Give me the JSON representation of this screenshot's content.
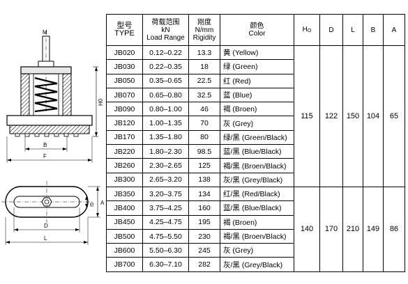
{
  "table": {
    "headers": {
      "type": [
        "型号",
        "TYPE"
      ],
      "load": [
        "荷载范围",
        "kN",
        "Load Range"
      ],
      "rigidity": [
        "刚度",
        "N/mm",
        "Rigidity"
      ],
      "color": [
        "颜色",
        "Color"
      ],
      "h0": "H",
      "h0_sub": "O",
      "d": "D",
      "l": "L",
      "b": "B",
      "a": "A"
    },
    "rows": [
      {
        "type": "JB020",
        "load": "0.12–0.22",
        "rigidity": "13.3",
        "color": "黄 (Yellow)"
      },
      {
        "type": "JB030",
        "load": "0.22–0.35",
        "rigidity": "18",
        "color": "绿 (Green)"
      },
      {
        "type": "JB050",
        "load": "0.35–0.65",
        "rigidity": "22.5",
        "color": "红 (Red)"
      },
      {
        "type": "JB070",
        "load": "0.65–0.80",
        "rigidity": "32.5",
        "color": "蓝 (Blue)"
      },
      {
        "type": "JB090",
        "load": "0.80–1.00",
        "rigidity": "46",
        "color": "褐 (Broen)"
      },
      {
        "type": "JB120",
        "load": "1.00–1.35",
        "rigidity": "70",
        "color": "灰 (Grey)"
      },
      {
        "type": "JB170",
        "load": "1.35–1.80",
        "rigidity": "80",
        "color": "绿/黑 (Green/Black)"
      },
      {
        "type": "JB220",
        "load": "1.80–2.30",
        "rigidity": "98.5",
        "color": "蓝/黑 (Blue/Black)"
      },
      {
        "type": "JB260",
        "load": "2.30–2.65",
        "rigidity": "125",
        "color": "褐/黑 (Broen/Black)"
      },
      {
        "type": "JB300",
        "load": "2.65–3.20",
        "rigidity": "138",
        "color": "灰/黑 (Grey/Black)"
      },
      {
        "type": "JB350",
        "load": "3.20–3.75",
        "rigidity": "134",
        "color": "红/黑 (Red/Black)"
      },
      {
        "type": "JB400",
        "load": "3.75–4.25",
        "rigidity": "160",
        "color": "蓝/黑 (Blue/Black)"
      },
      {
        "type": "JB450",
        "load": "4.25–4.75",
        "rigidity": "195",
        "color": "褐 (Broen)"
      },
      {
        "type": "JB500",
        "load": "4.75–5.50",
        "rigidity": "230",
        "color": "褐/黑 (Broen/Black)"
      },
      {
        "type": "JB600",
        "load": "5.50–6.30",
        "rigidity": "245",
        "color": "灰 (Grey)"
      },
      {
        "type": "JB700",
        "load": "6.30–7.10",
        "rigidity": "282",
        "color": "灰/黑 (Grey/Black)"
      }
    ],
    "groups": [
      {
        "h0": "115",
        "d": "122",
        "l": "150",
        "b": "104",
        "a": "65"
      },
      {
        "h0": "140",
        "d": "170",
        "l": "210",
        "b": "149",
        "a": "86"
      }
    ]
  },
  "drawing": {
    "labels": {
      "m": "M",
      "h0": "H0",
      "b": "B",
      "f": "F",
      "a": "A",
      "i5": "I5",
      "d": "D",
      "l": "L"
    }
  }
}
